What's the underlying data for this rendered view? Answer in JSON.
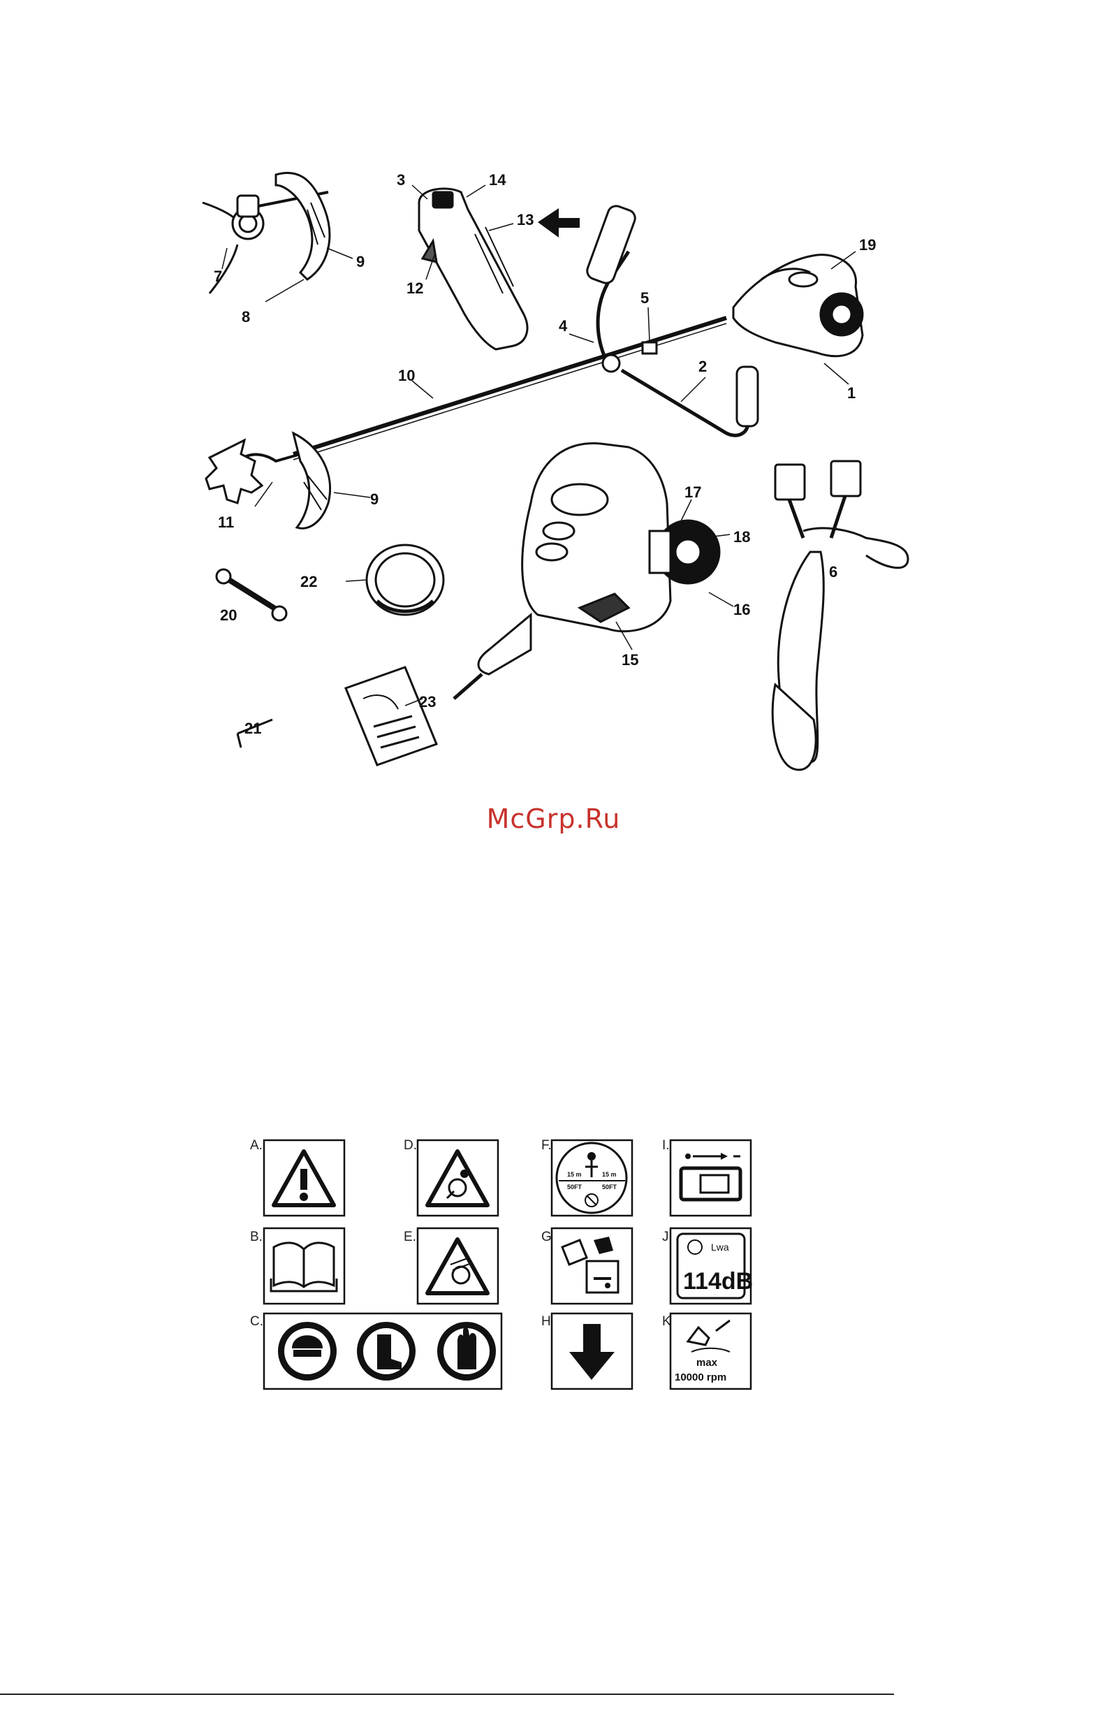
{
  "watermark": "McGrp.Ru",
  "part_numbers": [
    "1",
    "2",
    "3",
    "4",
    "5",
    "6",
    "7",
    "8",
    "9",
    "9",
    "10",
    "11",
    "12",
    "13",
    "14",
    "15",
    "16",
    "17",
    "18",
    "19",
    "20",
    "21",
    "22",
    "23"
  ],
  "symbols": {
    "labels": [
      "A.",
      "B.",
      "C.",
      "D.",
      "E.",
      "F.",
      "G.",
      "H.",
      "I.",
      "J.",
      "K."
    ],
    "j_lwa": "Lwa",
    "j_db": "114dB",
    "k_max": "max",
    "k_rpm": "10000 rpm",
    "f_left": "15 m",
    "f_right": "15 m",
    "f_ft_left": "50FT",
    "f_ft_right": "50FT"
  }
}
